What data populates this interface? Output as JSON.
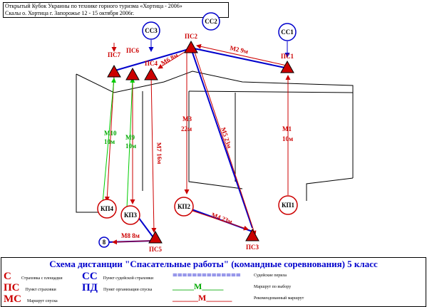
{
  "header": {
    "line1": "Открытый Кубок Украины по технике горного туризма «Хортица - 2006»",
    "line2": "Скалы о. Хортица г. Запорожье 12 - 15 октября 2006г."
  },
  "nodes": {
    "ps1": "ПС1",
    "ps2": "ПС2",
    "ps3": "ПС3",
    "ps4": "ПС4",
    "ps5": "ПС5",
    "ps6": "ПС6",
    "ps7": "ПС7",
    "ss1": "СС1",
    "ss2": "СС2",
    "ss3": "СС3",
    "kp1": "КП1",
    "kp2": "КП2",
    "kp3": "КП3",
    "kp4": "КП4",
    "start": "8"
  },
  "segments": {
    "m1": [
      "М1",
      "10м"
    ],
    "m2": "М2 9м",
    "m3": [
      "М3",
      "22м"
    ],
    "m4": "М4 23м",
    "m5": "М5 23м",
    "m6": "М6 8м",
    "m7": "М7 16м",
    "m8": "М8 8м",
    "m9": [
      "М9",
      "10м"
    ],
    "m10": [
      "М10",
      "10м"
    ]
  },
  "legend": {
    "title": "Схема дистанции \"Спасательные работы\" (командные соревнования) 5 класс",
    "items": {
      "c_sym": "С",
      "c_desc": "Страховка с площадки",
      "ps_sym": "ПС",
      "ps_desc": "Пункт страховки",
      "ms_sym": "МС",
      "ms_desc": "Маршрут спуска",
      "ss_sym": "СС",
      "ss_desc": "Пункт судейской страховки",
      "pd_sym": "ПД",
      "pd_desc": "Пункт организации спуска",
      "line_blue": "==============",
      "line_blue_desc": "Судейские перила",
      "line_green": "_____M_____",
      "line_green_desc": "Маршрут по выбору",
      "line_red": "______M______",
      "line_red_desc": "Рекомендованный маршрут"
    }
  },
  "colors": {
    "route": "#cc0000",
    "rails": "#0000cc",
    "choice": "#00cc00"
  }
}
